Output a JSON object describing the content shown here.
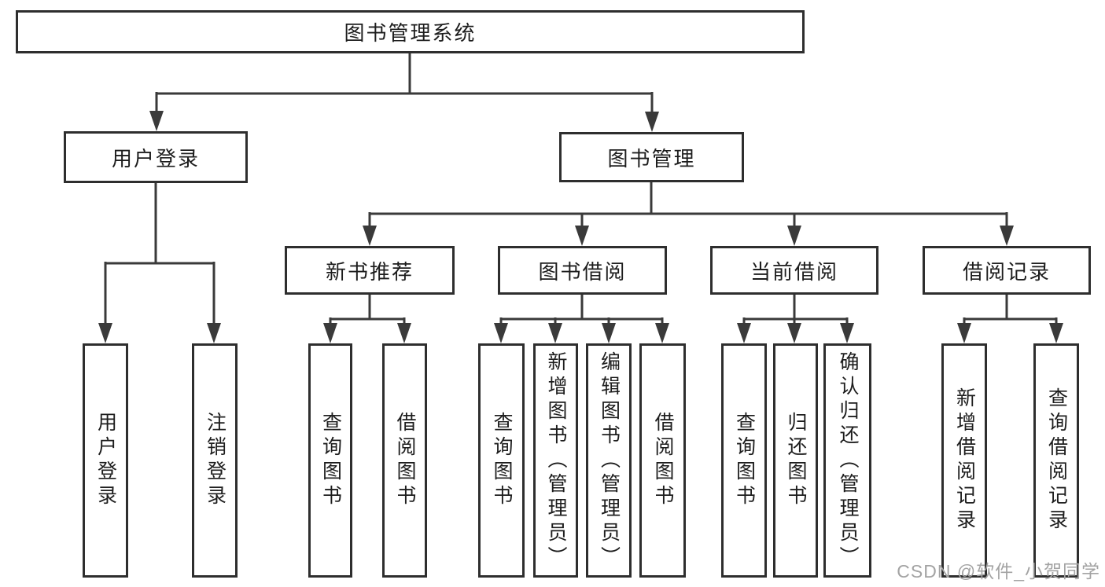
{
  "nodes": {
    "root": "图书管理系统",
    "user_login": "用户登录",
    "book_mgmt": "图书管理",
    "new_book_rec": "新书推荐",
    "book_borrow": "图书借阅",
    "current_borrow": "当前借阅",
    "borrow_record": "借阅记录",
    "leaf_user_login": "用户登录",
    "leaf_logout": "注销登录",
    "nb_query": "查询图书",
    "nb_borrow": "借阅图书",
    "bb_query": "查询图书",
    "bb_add": "新增图书（管理员）",
    "bb_edit": "编辑图书（管理员）",
    "bb_borrow": "借阅图书",
    "cb_query": "查询图书",
    "cb_return": "归还图书",
    "cb_confirm": "确认归还（管理员）",
    "br_add": "新增借阅记录",
    "br_query": "查询借阅记录"
  },
  "watermark": "CSDN @软件_小贺同学",
  "colors": {
    "line": "#3a3a3a",
    "border": "#2e2e2e",
    "text": "#1d1d1d",
    "watermark": "#a3a3a3",
    "background": "#ffffff"
  }
}
